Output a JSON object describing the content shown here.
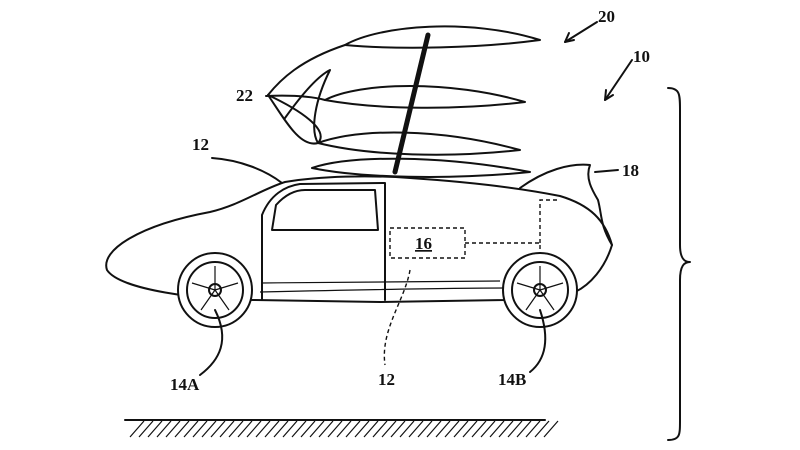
{
  "figure": {
    "labels": {
      "system": "20",
      "vehicle": "10",
      "wings": "22",
      "body_top": "12",
      "tail": "18",
      "module": "16",
      "front_wheel": "14A",
      "body_bottom": "12",
      "rear_wheel": "14B"
    }
  }
}
